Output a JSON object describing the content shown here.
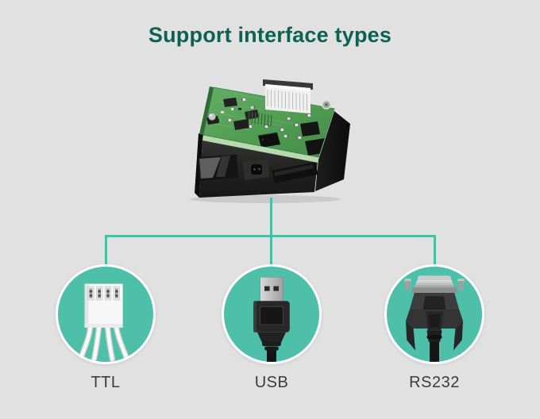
{
  "title": "Support interface types",
  "product_image": {
    "name": "barcode-scanner-engine-board",
    "description_parts": [
      "green-pcb",
      "ffc-connector",
      "ic-chips",
      "black-scan-housing"
    ]
  },
  "interfaces": [
    {
      "label": "TTL",
      "icon": "ttl-4pin-connector-icon"
    },
    {
      "label": "USB",
      "icon": "usb-a-plug-icon"
    },
    {
      "label": "RS232",
      "icon": "rs232-db9-connector-icon"
    }
  ],
  "colors": {
    "background": "#e1e1e2",
    "title_green": "#0d6152",
    "accent_teal": "#4ec0aa",
    "line_teal": "#4bbca6",
    "label_dark": "#3c3c3c",
    "circle_ring": "#fdfdfd"
  }
}
